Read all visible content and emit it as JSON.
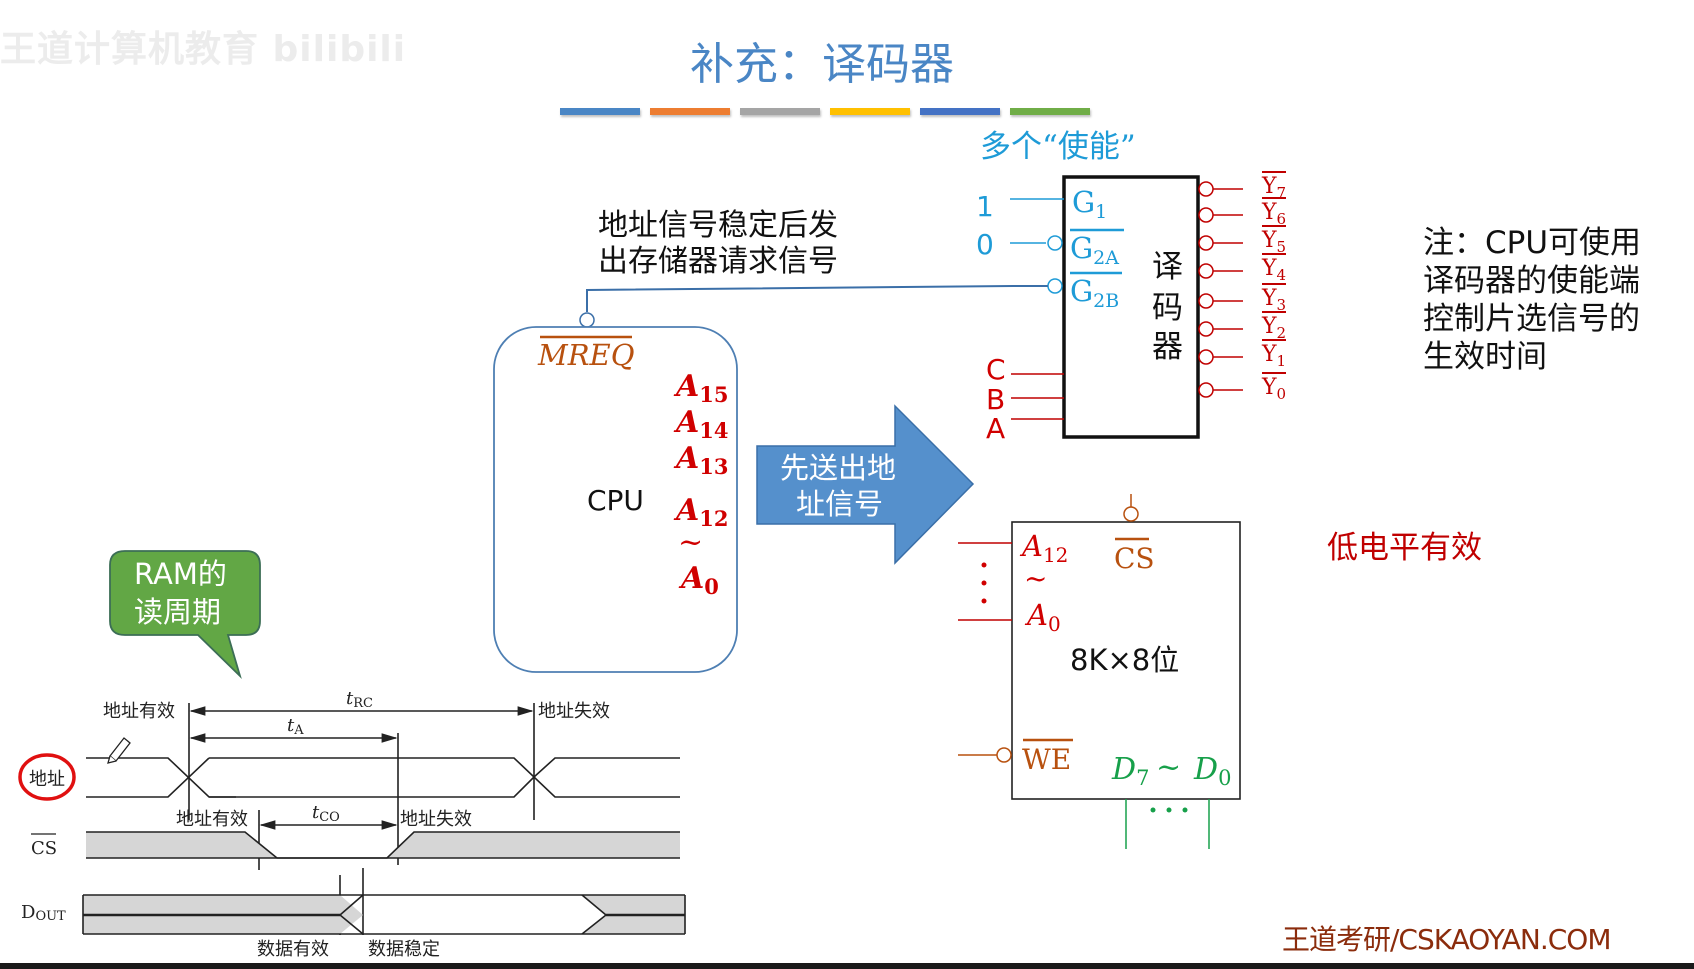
{
  "watermark": "王道计算机教育 bilibili",
  "title": "补充：译码器",
  "title_bar_colors": [
    "#4a86c5",
    "#ed7d31",
    "#a5a5a5",
    "#ffc000",
    "#4472c4",
    "#70ad47"
  ],
  "decoder": {
    "heading": "多个“使能”",
    "name_chars": [
      "译",
      "码",
      "器"
    ],
    "enable_inputs": [
      {
        "value": "1",
        "pin": "G",
        "sub": "1",
        "inverted": false
      },
      {
        "value": "0",
        "pin": "G",
        "sub": "2A",
        "inverted": true
      },
      {
        "value": "",
        "pin": "G",
        "sub": "2B",
        "inverted": true
      }
    ],
    "select_inputs": [
      "C",
      "B",
      "A"
    ],
    "outputs": [
      {
        "pin": "Y",
        "sub": "7"
      },
      {
        "pin": "Y",
        "sub": "6"
      },
      {
        "pin": "Y",
        "sub": "5"
      },
      {
        "pin": "Y",
        "sub": "4"
      },
      {
        "pin": "Y",
        "sub": "3"
      },
      {
        "pin": "Y",
        "sub": "2"
      },
      {
        "pin": "Y",
        "sub": "1"
      },
      {
        "pin": "Y",
        "sub": "0"
      }
    ]
  },
  "mreq_annotation": [
    "地址信号稳定后发",
    "出存储器请求信号"
  ],
  "cpu": {
    "label": "CPU",
    "mreq": "MREQ",
    "address_pins": [
      {
        "pin": "A",
        "sub": "15"
      },
      {
        "pin": "A",
        "sub": "14"
      },
      {
        "pin": "A",
        "sub": "13"
      },
      {
        "pin": "A",
        "sub": "12"
      }
    ],
    "range_sep": "~",
    "address_low": {
      "pin": "A",
      "sub": "0"
    }
  },
  "arrow_label": [
    "先送出地",
    "址信号"
  ],
  "memory_chip": {
    "addr_high": {
      "pin": "A",
      "sub": "12"
    },
    "range_sep": "~",
    "addr_low": {
      "pin": "A",
      "sub": "0"
    },
    "cs": "CS",
    "we": "WE",
    "capacity": "8K×8位",
    "data_high": {
      "pin": "D",
      "sub": "7"
    },
    "data_low": {
      "pin": "D",
      "sub": "0"
    },
    "ellipsis": "…"
  },
  "note": [
    "注：CPU可使用",
    "译码器的使能端",
    "控制片选信号的",
    "生效时间"
  ],
  "low_level_active": "低电平有效",
  "callout": [
    "RAM的",
    "读周期"
  ],
  "timing": {
    "signals": [
      "地址",
      "CS",
      "D"
    ],
    "dout_sub": "OUT",
    "addr_valid": "地址有效",
    "addr_invalid": "地址失效",
    "t_rc": {
      "t": "t",
      "sub": "RC"
    },
    "t_a": {
      "t": "t",
      "sub": "A"
    },
    "t_co": {
      "t": "t",
      "sub": "CO"
    },
    "cs_valid": "地址有效",
    "cs_invalid": "地址失效",
    "data_valid": "数据有效",
    "data_stable": "数据稳定"
  },
  "brand": "王道考研/CSKAOYAN.COM"
}
